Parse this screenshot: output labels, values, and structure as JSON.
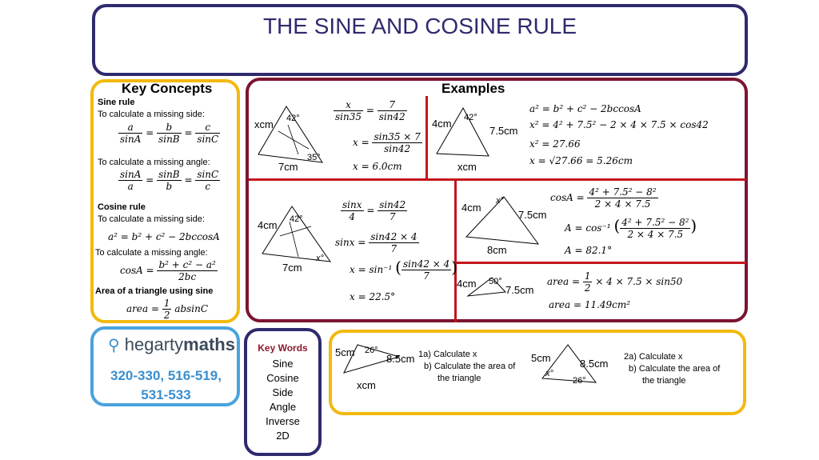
{
  "title": "THE SINE AND COSINE RULE",
  "key_concepts": {
    "heading": "Key Concepts",
    "sine_rule": "Sine rule",
    "missing_side": "To calculate a missing side:",
    "sine_side_formula": [
      "a",
      "sinA",
      "b",
      "sinB",
      "c",
      "sinC"
    ],
    "missing_angle": "To calculate a missing angle:",
    "sine_angle_formula": [
      "sinA",
      "a",
      "sinB",
      "b",
      "sinC",
      "c"
    ],
    "cosine_rule": "Cosine rule",
    "cos_missing_side": "To calculate a missing side:",
    "cos_side_formula": "a² = b² + c² − 2bccosA",
    "cos_missing_angle": "To calculate a missing angle:",
    "cos_angle_lhs": "cosA =",
    "cos_angle_num": "b² + c² − a²",
    "cos_angle_den": "2bc",
    "area_title": "Area of a triangle using sine",
    "area_lhs": "area =",
    "area_num": "1",
    "area_den": "2",
    "area_rhs": "absinC"
  },
  "examples": {
    "heading": "Examples",
    "ex1": {
      "side_x": "xcm",
      "side_7": "7cm",
      "angle_42": "42°",
      "angle_35": "35°",
      "l1_lhs_n": "x",
      "l1_lhs_d": "sin35",
      "l1_rhs_n": "7",
      "l1_rhs_d": "sin42",
      "l2_lhs": "x =",
      "l2_n": "sin35 × 7",
      "l2_d": "sin42",
      "l3": "x = 6.0cm"
    },
    "ex2": {
      "side_4": "4cm",
      "side_75": "7.5cm",
      "side_x": "xcm",
      "angle_42": "42°",
      "l1": "a² = b² + c² − 2bccosA",
      "l2": "x² = 4² + 7.5² − 2 × 4 × 7.5 × cos42",
      "l3": "x² = 27.66",
      "l4": "x = √27.66 = 5.26cm"
    },
    "ex3": {
      "side_4": "4cm",
      "side_7": "7cm",
      "angle_42": "42°",
      "angle_x": "x°",
      "l1_lhs_n": "sinx",
      "l1_lhs_d": "4",
      "l1_rhs_n": "sin42",
      "l1_rhs_d": "7",
      "l2_lhs": "sinx =",
      "l2_n": "sin42 × 4",
      "l2_d": "7",
      "l3_lhs": "x = sin⁻¹",
      "l3_n": "sin42 × 4",
      "l3_d": "7",
      "l4": "x = 22.5°"
    },
    "ex4": {
      "side_4": "4cm",
      "side_75": "7.5cm",
      "side_8": "8cm",
      "angle_x": "x°",
      "l1_lhs": "cosA =",
      "l1_n": "4² + 7.5² − 8²",
      "l1_d": "2 × 4 × 7.5",
      "l2_lhs": "A = cos⁻¹",
      "l2_n": "4² + 7.5² − 8²",
      "l2_d": "2 × 4 × 7.5",
      "l3": "A = 82.1°"
    },
    "ex5": {
      "side_4": "4cm",
      "side_75": "7.5cm",
      "angle_50": "50°",
      "l1_lhs": "area =",
      "l1_n": "1",
      "l1_d": "2",
      "l1_rhs": "× 4 × 7.5 × sin50",
      "l2": "area = 11.49cm²"
    }
  },
  "hegarty": {
    "logo_a": "hegarty",
    "logo_b": "maths",
    "codes_line1": "320-330, 516-519,",
    "codes_line2": "531-533"
  },
  "key_words": {
    "heading": "Key Words",
    "items": [
      "Sine",
      "Cosine",
      "Side",
      "Angle",
      "Inverse",
      "2D"
    ]
  },
  "questions": {
    "q1": {
      "side_5": "5cm",
      "side_85": "8.5cm",
      "side_x": "xcm",
      "angle_26": "26°",
      "a": "1a)  Calculate x",
      "b": "b)  Calculate the area of",
      "b2": "the triangle"
    },
    "q2": {
      "side_5": "5cm",
      "side_85": "8.5cm",
      "angle_x": "x°",
      "angle_26": "26°",
      "a": "2a)  Calculate x",
      "b": "b)  Calculate the area of",
      "b2": "the triangle"
    }
  }
}
